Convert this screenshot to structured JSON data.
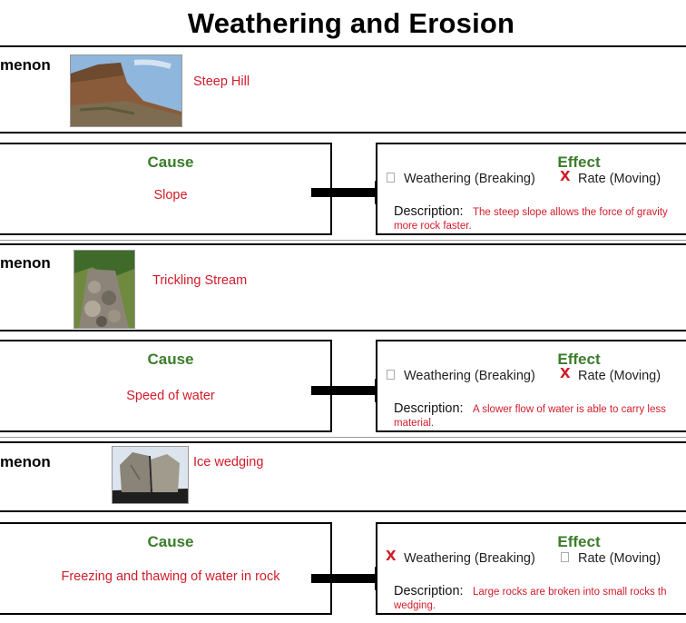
{
  "title": "Weathering and Erosion",
  "phenomenon_label": "menon",
  "cause_title": "Cause",
  "effect_title": "Effect",
  "option_weathering": "Weathering (Breaking)",
  "option_rate": "Rate (Moving)",
  "description_label": "Description:",
  "rows": [
    {
      "phenomenon": "Steep Hill",
      "cause": "Slope",
      "weathering_checked": false,
      "rate_checked": true,
      "description_line1": "The steep slope allows the force of gravity",
      "description_line2": "more rock faster."
    },
    {
      "phenomenon": "Trickling Stream",
      "cause": "Speed of water",
      "weathering_checked": false,
      "rate_checked": true,
      "description_line1": "A slower flow of water is able to carry less",
      "description_line2": "material."
    },
    {
      "phenomenon": "Ice wedging",
      "cause": "Freezing and thawing of water in rock",
      "weathering_checked": true,
      "rate_checked": false,
      "description_line1": "Large rocks are broken into small rocks th",
      "description_line2": "wedging."
    }
  ],
  "colors": {
    "green_heading": "#3a7d2a",
    "red_text": "#d21c2a",
    "border": "#000000"
  },
  "icons": {
    "check_mark": "x-mark-icon",
    "arrow": "right-arrow-icon"
  }
}
